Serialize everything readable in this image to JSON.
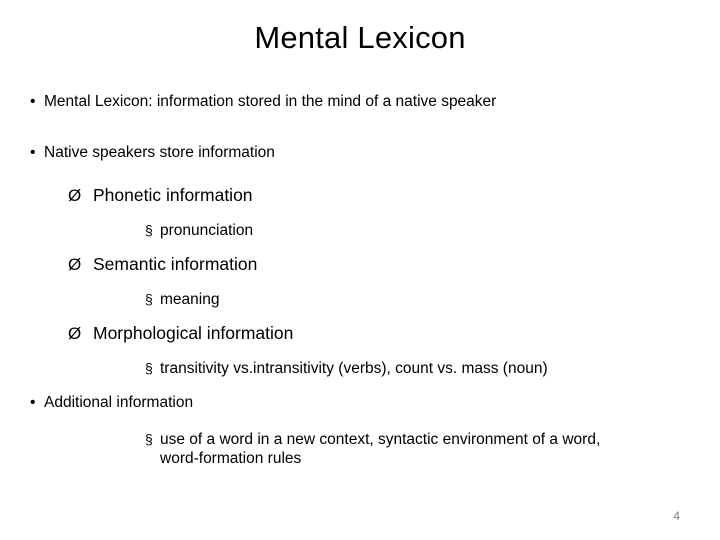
{
  "slide": {
    "title": "Mental Lexicon",
    "page_number": "4",
    "markers": {
      "bullet": "•",
      "arrow": "Ø",
      "square": "§"
    },
    "lines": [
      {
        "level": 1,
        "text": "Mental Lexicon: information stored in the mind of a native speaker"
      },
      {
        "level": 1,
        "text": "Native speakers store information"
      },
      {
        "level": 2,
        "text": "Phonetic information"
      },
      {
        "level": 3,
        "text": "pronunciation"
      },
      {
        "level": 2,
        "text": "Semantic information"
      },
      {
        "level": 3,
        "text": "meaning"
      },
      {
        "level": 2,
        "text": "Morphological information"
      },
      {
        "level": 3,
        "text": "transitivity vs.intransitivity (verbs), count vs. mass (noun)"
      },
      {
        "level": 1,
        "text": "Additional information"
      },
      {
        "level": 3,
        "text": "use of  a word in a new context, syntactic environment of a word,"
      },
      {
        "level": 3,
        "text": "word-formation rules",
        "no_marker": true
      }
    ]
  }
}
